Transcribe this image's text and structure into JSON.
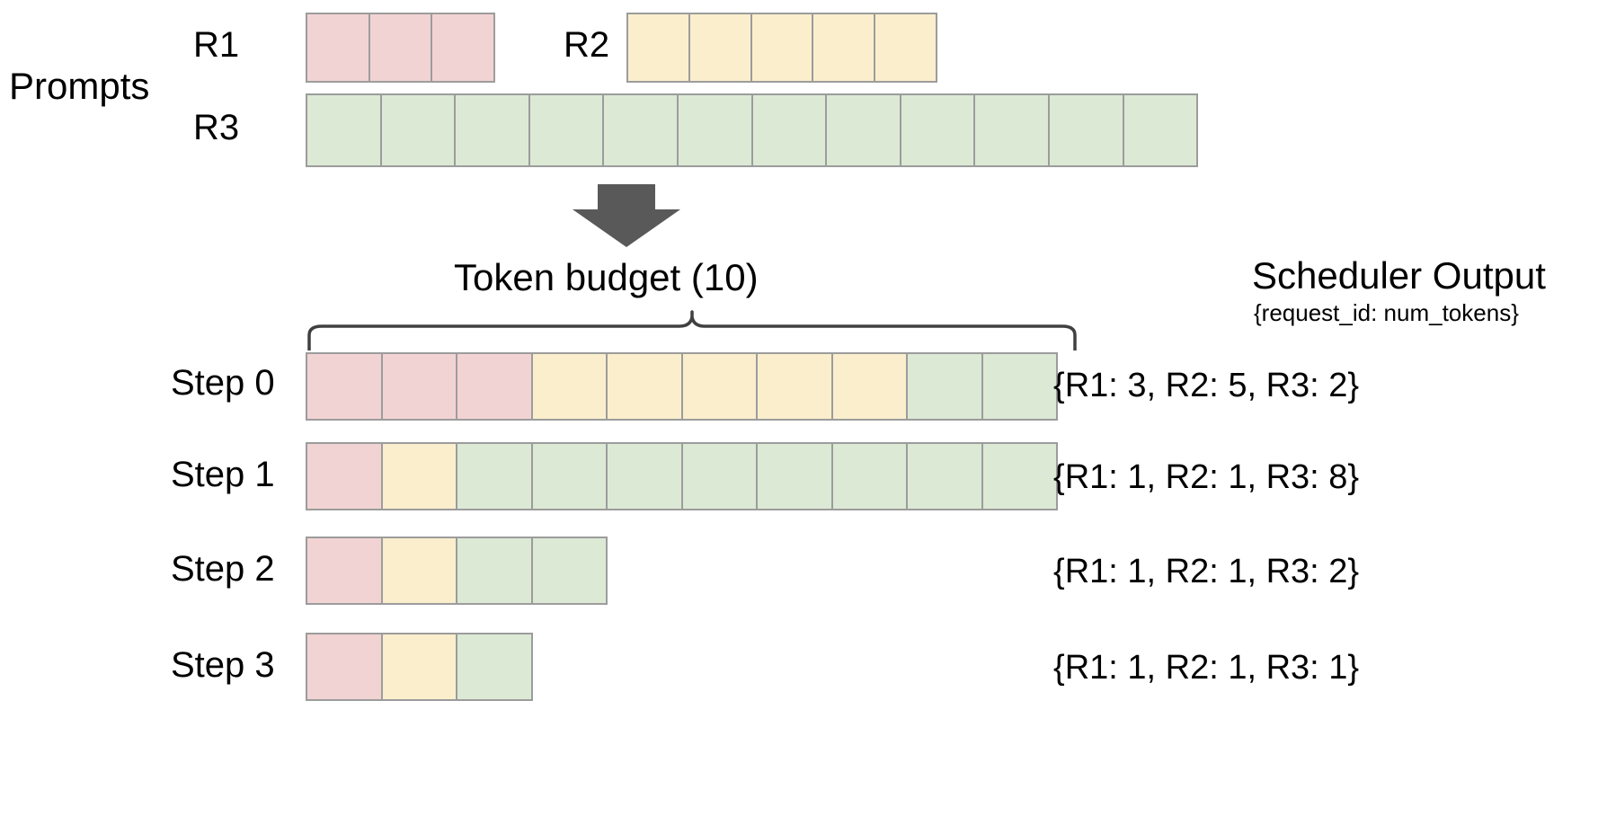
{
  "diagram": {
    "prompts_label": "Prompts",
    "prompt_rows": [
      {
        "id": "R1",
        "label": "R1",
        "tokens": 3,
        "color_key": "r1",
        "color": "#f2d3d3"
      },
      {
        "id": "R2",
        "label": "R2",
        "tokens": 5,
        "color_key": "r2",
        "color": "#faeecd"
      },
      {
        "id": "R3",
        "label": "R3",
        "tokens": 12,
        "color_key": "r3",
        "color": "#dce9d5"
      }
    ],
    "arrow": {
      "name": "down-arrow-icon",
      "color": "#595959"
    },
    "budget": {
      "title": "Token budget (10)",
      "value": 10
    },
    "scheduler": {
      "title": "Scheduler Output",
      "subtitle": "{request_id: num_tokens}"
    },
    "steps": [
      {
        "label": "Step 0",
        "segments": [
          {
            "req": "R1",
            "count": 3,
            "color_key": "r1"
          },
          {
            "req": "R2",
            "count": 5,
            "color_key": "r2"
          },
          {
            "req": "R3",
            "count": 2,
            "color_key": "r3"
          }
        ],
        "output": "{R1: 3, R2: 5, R3: 2}"
      },
      {
        "label": "Step 1",
        "segments": [
          {
            "req": "R1",
            "count": 1,
            "color_key": "r1"
          },
          {
            "req": "R2",
            "count": 1,
            "color_key": "r2"
          },
          {
            "req": "R3",
            "count": 8,
            "color_key": "r3"
          }
        ],
        "output": "{R1: 1, R2: 1, R3: 8}"
      },
      {
        "label": "Step 2",
        "segments": [
          {
            "req": "R1",
            "count": 1,
            "color_key": "r1"
          },
          {
            "req": "R2",
            "count": 1,
            "color_key": "r2"
          },
          {
            "req": "R3",
            "count": 2,
            "color_key": "r3"
          }
        ],
        "output": "{R1: 1, R2: 1, R3: 2}"
      },
      {
        "label": "Step 3",
        "segments": [
          {
            "req": "R1",
            "count": 1,
            "color_key": "r1"
          },
          {
            "req": "R2",
            "count": 1,
            "color_key": "r2"
          },
          {
            "req": "R3",
            "count": 1,
            "color_key": "r3"
          }
        ],
        "output": "{R1: 1, R2: 1, R3: 1}"
      }
    ],
    "colors": {
      "r1": "#f2d3d3",
      "r2": "#faeecd",
      "r3": "#dce9d5",
      "cell_border": "#9c9c9c",
      "arrow": "#595959",
      "brace": "#404040",
      "text": "#000000"
    }
  }
}
